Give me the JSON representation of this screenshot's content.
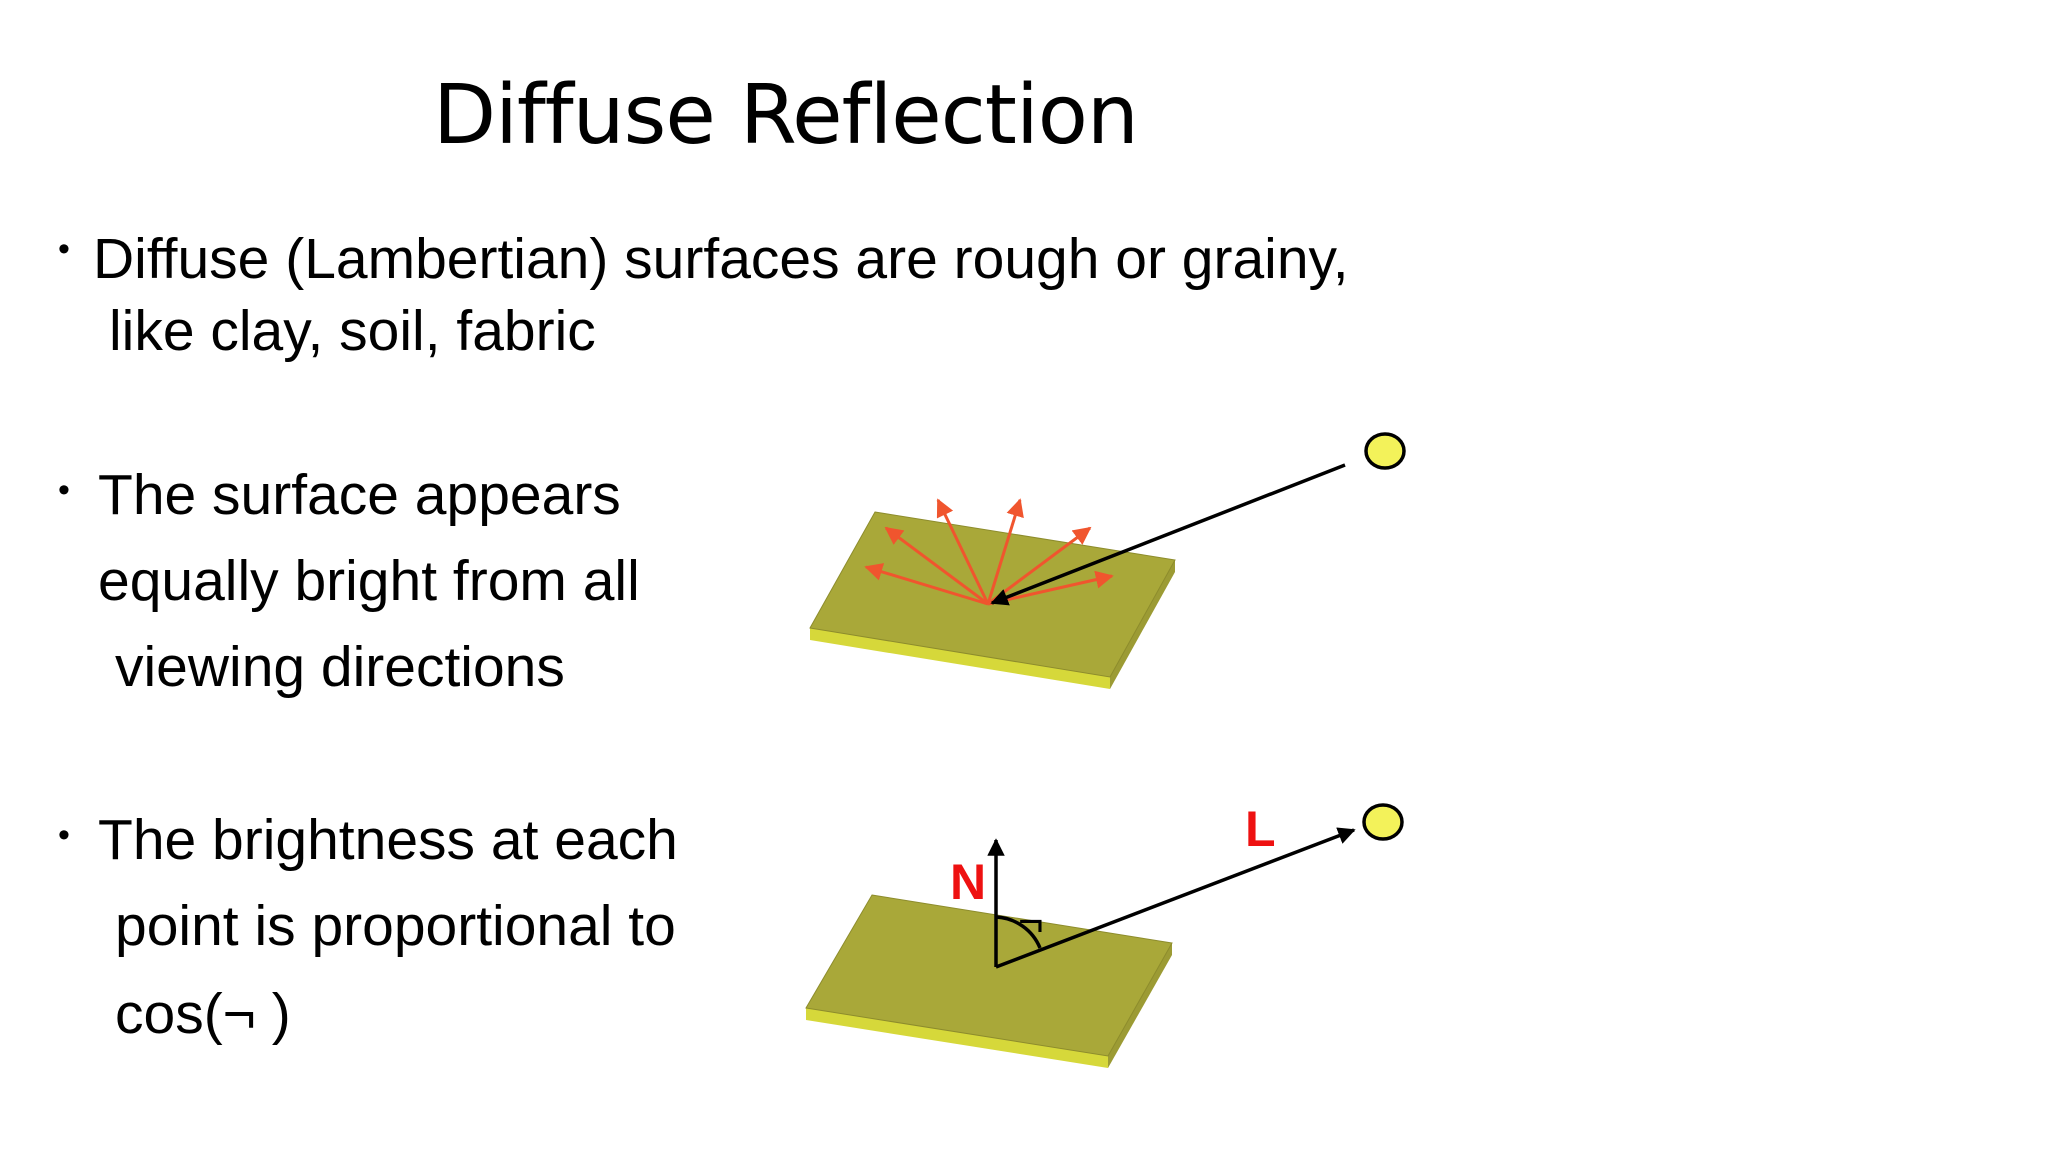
{
  "slide": {
    "title": "Diffuse Reflection"
  },
  "bullets": [
    {
      "lines": [
        "Diffuse (Lambertian) surfaces are rough or grainy,",
        "like clay, soil, fabric"
      ]
    },
    {
      "lines": [
        "The surface appears",
        "equally bright from all",
        "viewing directions"
      ]
    },
    {
      "lines": [
        "The brightness at each",
        "point is proportional to",
        "cos(¬ )"
      ]
    }
  ],
  "diagram": {
    "normal_label": "N",
    "light_label": "L",
    "angle_symbol": "¬"
  },
  "colors": {
    "surface_top": "#a9a839",
    "surface_front": "#d6d83a",
    "surface_side": "#9c9b34",
    "reflected_rays": "#f0552e",
    "light_source": "#f3f25a",
    "label_red": "#ee1111"
  }
}
